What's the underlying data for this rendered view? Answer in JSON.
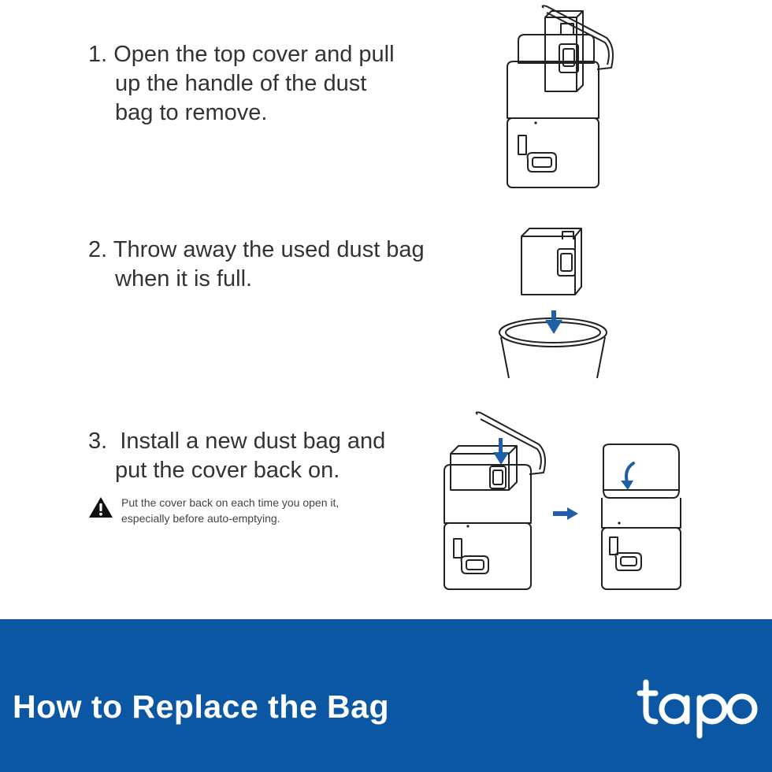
{
  "steps": [
    {
      "number": "1.",
      "lines": [
        "Open the top cover and pull",
        "up the handle of the dust",
        "bag to remove."
      ]
    },
    {
      "number": "2.",
      "lines": [
        "Throw away the used dust bag",
        "when it is full."
      ]
    },
    {
      "number": "3.",
      "lines": [
        "Install a new dust bag and",
        "put the cover back on."
      ]
    }
  ],
  "warning": {
    "lines": [
      "Put the cover back on each time you open it,",
      "especially before auto-emptying."
    ]
  },
  "footer": {
    "title": "How to Replace the Bag",
    "brand": "tapo"
  },
  "colors": {
    "footer_bg": "#0b57a4",
    "arrow_blue": "#1e5fa8",
    "text": "#333333",
    "line_art": "#222222"
  },
  "icons": [
    "warning-icon",
    "arrow-right-icon",
    "arrow-down-icon"
  ]
}
